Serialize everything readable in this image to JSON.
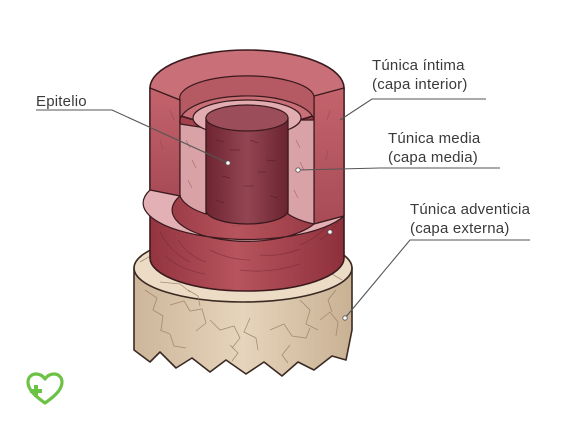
{
  "labels": {
    "epitelio": "Epitelio",
    "intima_name": "Túnica íntima",
    "intima_sub": "(capa interior)",
    "media_name": "Túnica media",
    "media_sub": "(capa media)",
    "adventicia_name": "Túnica adventicia",
    "adventicia_sub": "(capa externa)"
  },
  "icons": {
    "logo": "heart-cross-logo-icon"
  },
  "colors": {
    "adventitia": "#e7d7c2",
    "media_outer": "#a84e58",
    "media_top": "#c26b74",
    "intima": "#d99ea4",
    "lumen": "#7d2f3b",
    "logo": "#6cc244",
    "leader": "#555555"
  }
}
